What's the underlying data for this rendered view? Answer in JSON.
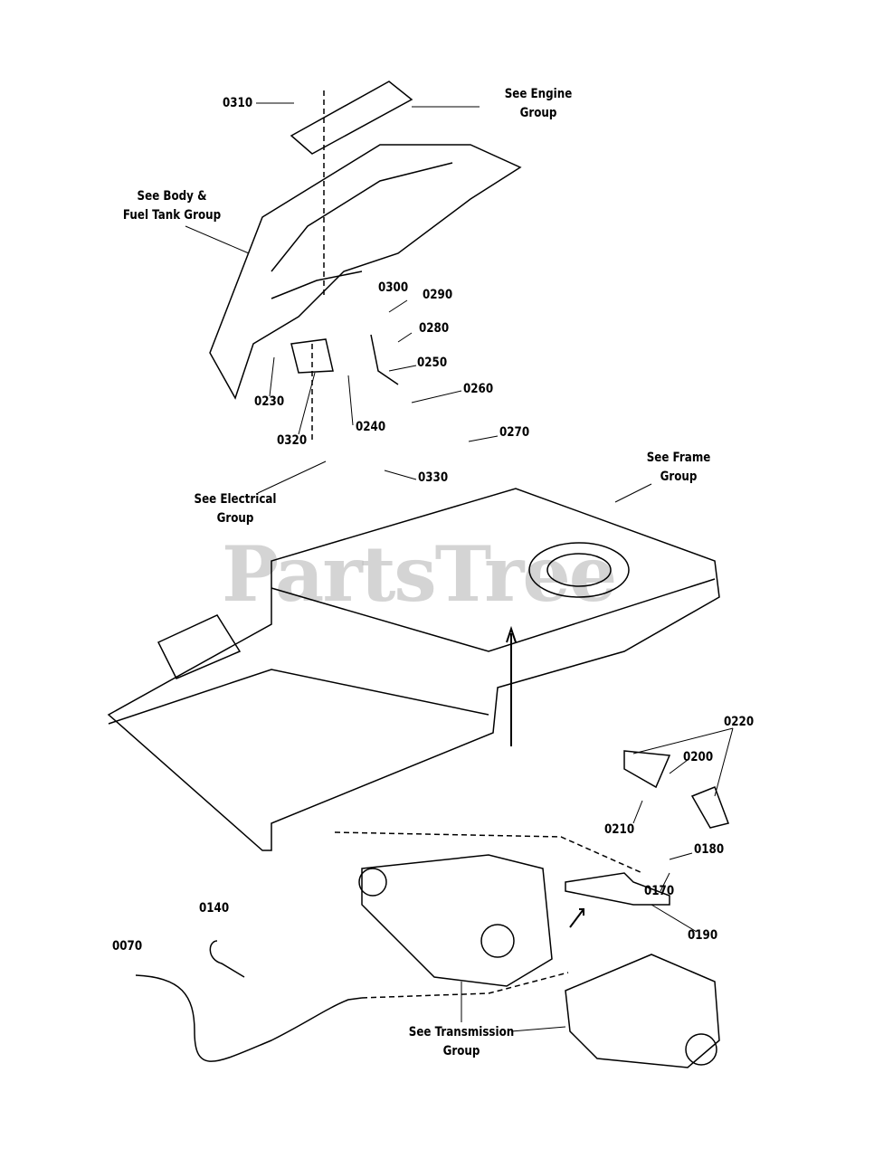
{
  "watermark": "PartsTree",
  "part_labels": {
    "p0310": "0310",
    "p0300": "0300",
    "p0290": "0290",
    "p0280": "0280",
    "p0250": "0250",
    "p0260": "0260",
    "p0270": "0270",
    "p0230": "0230",
    "p0240": "0240",
    "p0320": "0320",
    "p0330": "0330",
    "p0220": "0220",
    "p0200": "0200",
    "p0210": "0210",
    "p0180": "0180",
    "p0170": "0170",
    "p0190": "0190",
    "p0140": "0140",
    "p0070": "0070"
  },
  "group_refs": {
    "engine": [
      "See Engine",
      "Group"
    ],
    "body": [
      "See Body &",
      "Fuel Tank Group"
    ],
    "electrical": [
      "See Electrical",
      "Group"
    ],
    "frame": [
      "See Frame",
      "Group"
    ],
    "transmission": [
      "See Transmission",
      "Group"
    ]
  }
}
